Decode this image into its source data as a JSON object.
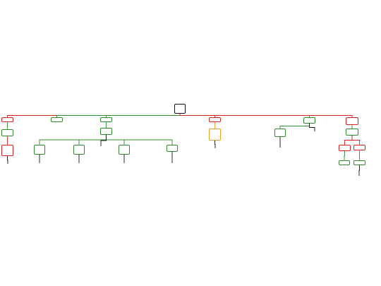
{
  "colors": {
    "green": "#2e8b2e",
    "red": "#d62020",
    "orange": "#f0a020",
    "dark": "#111111",
    "blue": "#1a3aa0"
  },
  "diagram": {
    "type": "tree",
    "note": "",
    "root": {
      "id": "root",
      "text": "",
      "kind": "dark"
    },
    "nodes": [
      {
        "id": "n1",
        "parent": "root",
        "kind": "red",
        "text": ""
      },
      {
        "id": "n2",
        "parent": "root",
        "kind": "green",
        "text": ""
      },
      {
        "id": "n3",
        "parent": "root",
        "kind": "green",
        "text": ""
      },
      {
        "id": "n4",
        "parent": "root",
        "kind": "red",
        "text": ""
      },
      {
        "id": "n5",
        "parent": "root",
        "kind": "green",
        "text": ""
      },
      {
        "id": "n6",
        "parent": "root",
        "kind": "red",
        "text": ""
      },
      {
        "id": "n1a",
        "parent": "n1",
        "kind": "green",
        "text": ""
      },
      {
        "id": "n1b",
        "parent": "n1a",
        "kind": "red",
        "text": ""
      },
      {
        "id": "n3a",
        "parent": "n3",
        "kind": "green",
        "text": ""
      },
      {
        "id": "n3b",
        "parent": "n3a",
        "kind": "green",
        "text": ""
      },
      {
        "id": "n3c",
        "parent": "n3a",
        "kind": "green",
        "text": ""
      },
      {
        "id": "n3d",
        "parent": "n3a",
        "kind": "green",
        "text": ""
      },
      {
        "id": "n3e",
        "parent": "n3a",
        "kind": "green",
        "text": ""
      },
      {
        "id": "n4a",
        "parent": "n4",
        "kind": "orange",
        "text": ""
      },
      {
        "id": "n5a",
        "parent": "n5",
        "kind": "green",
        "text": ""
      },
      {
        "id": "n6a",
        "parent": "n6",
        "kind": "green",
        "text": ""
      },
      {
        "id": "n6b",
        "parent": "n6a",
        "kind": "red",
        "text": ""
      },
      {
        "id": "n6c",
        "parent": "n6a",
        "kind": "red",
        "text": ""
      },
      {
        "id": "n6d",
        "parent": "n6b",
        "kind": "green",
        "text": ""
      },
      {
        "id": "n6e",
        "parent": "n6c",
        "kind": "green",
        "text": ""
      }
    ],
    "leaves": [
      {
        "id": "l1",
        "parent": "n1b",
        "style": "black",
        "title": "",
        "text": ""
      },
      {
        "id": "l2",
        "parent": "n3b",
        "style": "blue",
        "title": "",
        "text": ""
      },
      {
        "id": "l3",
        "parent": "n3c",
        "style": "blue",
        "title": "",
        "text": ""
      },
      {
        "id": "l4",
        "parent": "n3a",
        "style": "blue",
        "title": "",
        "text": ""
      },
      {
        "id": "l5",
        "parent": "n3d",
        "style": "black",
        "title": "",
        "text": ""
      },
      {
        "id": "l6",
        "parent": "n3e",
        "style": "black",
        "title": "",
        "text": ""
      },
      {
        "id": "l7",
        "parent": "n4a",
        "style": "black",
        "title": "",
        "text": ""
      },
      {
        "id": "l8",
        "parent": "n5a",
        "style": "black",
        "title": "",
        "text": ""
      },
      {
        "id": "l9",
        "parent": "n5",
        "style": "black",
        "title": "",
        "text": ""
      },
      {
        "id": "l10",
        "parent": "n6e",
        "style": "black",
        "title": "",
        "text": ""
      }
    ]
  }
}
